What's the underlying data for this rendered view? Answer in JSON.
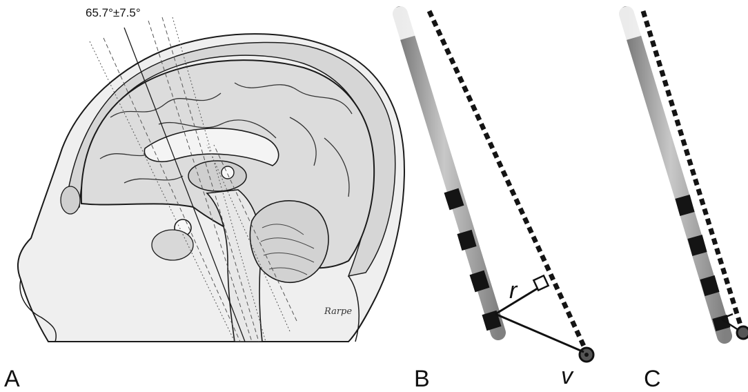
{
  "figure": {
    "panel_labels": {
      "a": "A",
      "b": "B",
      "c": "C"
    },
    "angle_annotation": "65.7°±7.5°",
    "panel_b": {
      "distance_label": "r",
      "vector_label": "v"
    },
    "artist_signature": "Rarpe"
  },
  "colors": {
    "brain_fill": "#dcdcdc",
    "skin_fill": "#ececec",
    "ink": "#1a1a1a",
    "electrode_shaft": "#9a9a9a",
    "electrode_contact": "#141414"
  }
}
